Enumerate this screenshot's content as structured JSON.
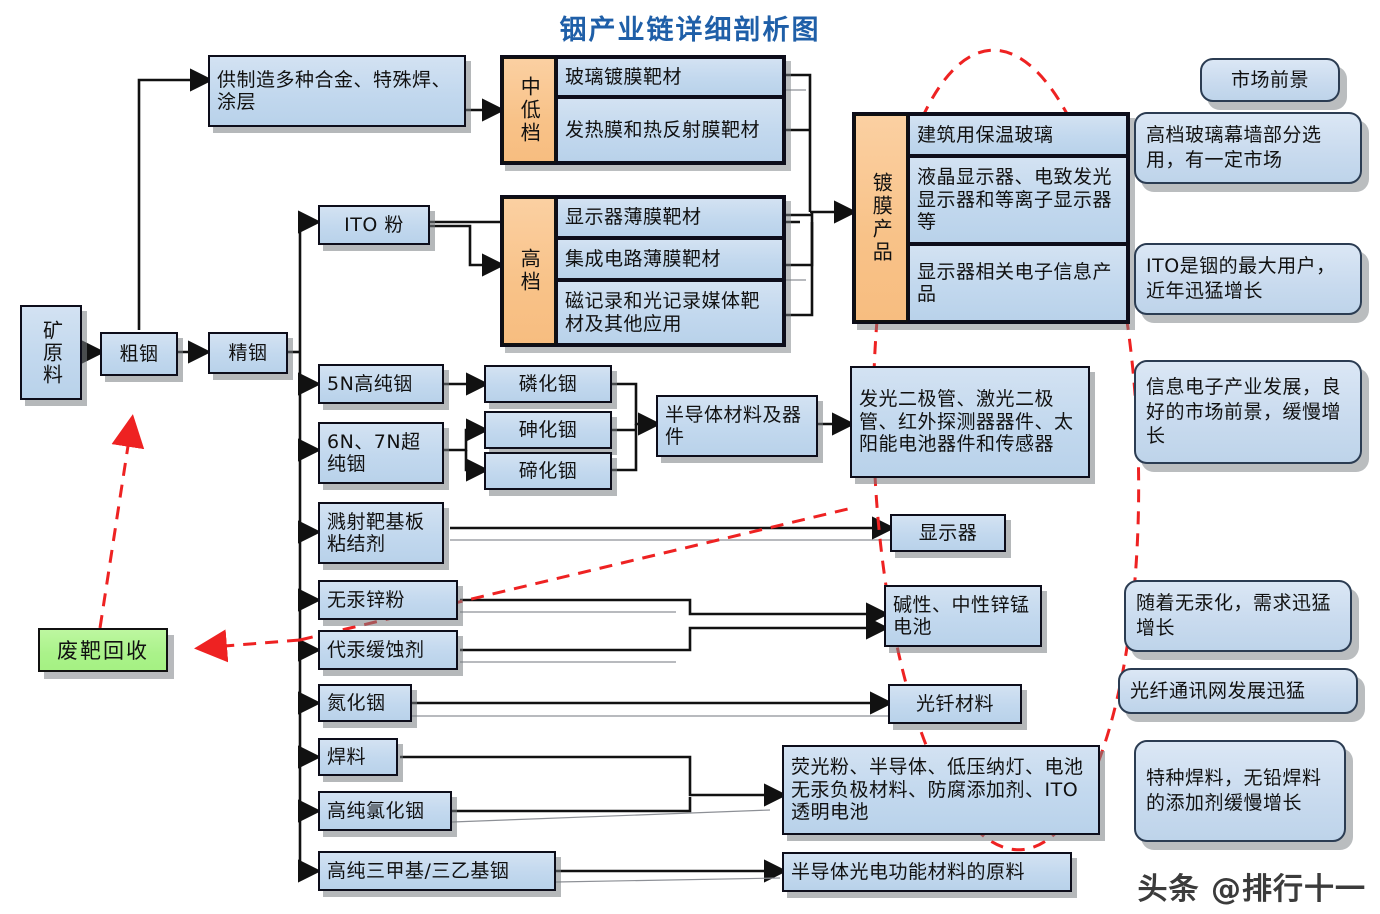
{
  "title": "铟产业链详细剖析图",
  "watermark": "头条 @排行十一",
  "colors": {
    "title": "#1f5fa8",
    "node_fill": "#c2d8ee",
    "orange_fill": "#f8c288",
    "green_fill": "#aaf28a",
    "dashed_accent": "#ee2222",
    "border": "#0d0d1a"
  },
  "chain": {
    "ore": "矿\n原\n料",
    "ore_label": "矿原料",
    "crude": "粗铟",
    "refined": "精铟",
    "recycle": "废靶回收"
  },
  "alloy": {
    "label": "供制造多种合金、特殊焊、涂层"
  },
  "ito_powder": "ITO 粉",
  "targets": {
    "mid_low_label": "中低档",
    "mid_low_items": [
      "玻璃镀膜靶材",
      "发热膜和热反射膜靶材"
    ],
    "high_label": "高档",
    "high_items": [
      "显示器薄膜靶材",
      "集成电路薄膜靶材",
      "磁记录和光记录媒体靶材及其他应用"
    ]
  },
  "coating_products": {
    "label": "镀膜产品",
    "items": [
      "建筑用保温玻璃",
      "液晶显示器、电致发光显示器和等离子显示器等",
      "显示器相关电子信息产品"
    ]
  },
  "materials": [
    {
      "name": "5N高纯铟"
    },
    {
      "name": "6N、7N超纯铟"
    },
    {
      "name": "溅射靶基板粘结剂"
    },
    {
      "name": "无汞锌粉"
    },
    {
      "name": "代汞缓蚀剂"
    },
    {
      "name": "氮化铟"
    },
    {
      "name": "焊料"
    },
    {
      "name": "高纯氯化铟"
    },
    {
      "name": "高纯三甲基/三乙基铟"
    }
  ],
  "compounds": [
    "磷化铟",
    "砷化铟",
    "碲化铟"
  ],
  "semiconductor": {
    "material": "半导体材料及器件",
    "devices": "发光二极管、激光二极管、红外探测器器件、太阳能电池器件和传感器"
  },
  "applications": [
    {
      "name": "显示器"
    },
    {
      "name": "碱性、中性锌锰电池"
    },
    {
      "name": "光钎材料"
    },
    {
      "name": "荧光粉、半导体、低压纳灯、电池无汞负极材料、防腐添加剂、ITO透明电池"
    },
    {
      "name": "半导体光电功能材料的原料"
    }
  ],
  "market": {
    "header": "市场前景",
    "items": [
      "高档玻璃幕墙部分选用，有一定市场",
      "ITO是铟的最大用户，近年迅猛增长",
      "信息电子产业发展，良好的市场前景，缓慢增长",
      "随着无汞化，需求迅猛增长",
      "光纤通讯网发展迅猛",
      "特种焊料，无铅焊料的添加剂缓慢增长"
    ]
  }
}
